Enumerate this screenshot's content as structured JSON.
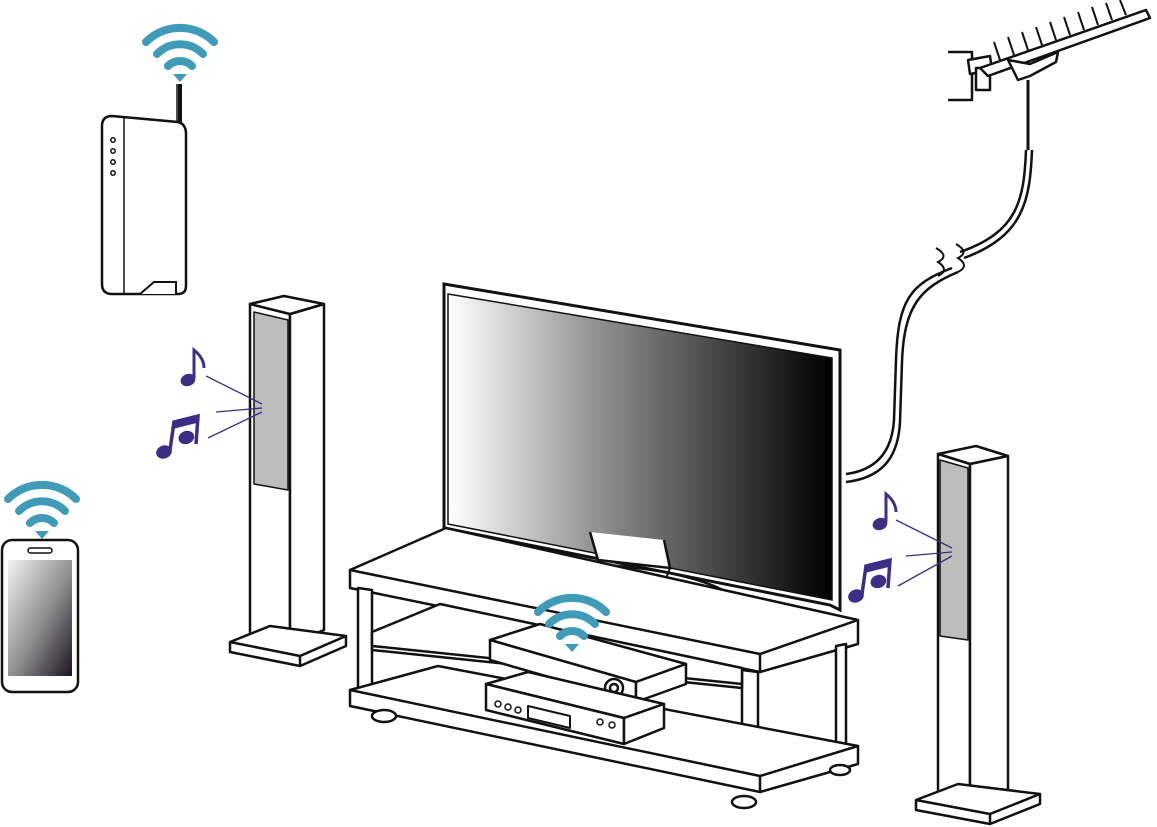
{
  "diagram": {
    "kind": "home-entertainment-network-illustration",
    "components": [
      {
        "id": "router",
        "icon": "wifi-router-icon",
        "wireless": true
      },
      {
        "id": "smartphone",
        "icon": "smartphone-icon",
        "wireless": true
      },
      {
        "id": "tv",
        "icon": "flat-screen-tv-icon"
      },
      {
        "id": "av-receiver",
        "icon": "av-receiver-icon",
        "wireless": true
      },
      {
        "id": "media-player",
        "icon": "media-player-icon"
      },
      {
        "id": "left-speaker",
        "icon": "tower-speaker-icon",
        "emits": "music"
      },
      {
        "id": "right-speaker",
        "icon": "tower-speaker-icon",
        "emits": "music"
      },
      {
        "id": "antenna",
        "icon": "tv-antenna-icon",
        "connected_to": "tv"
      },
      {
        "id": "tv-stand",
        "icon": "tv-stand-icon"
      }
    ],
    "colors": {
      "wifi": "#3f9bb8",
      "music_note": "#3b2f86",
      "outline": "#111111"
    }
  }
}
